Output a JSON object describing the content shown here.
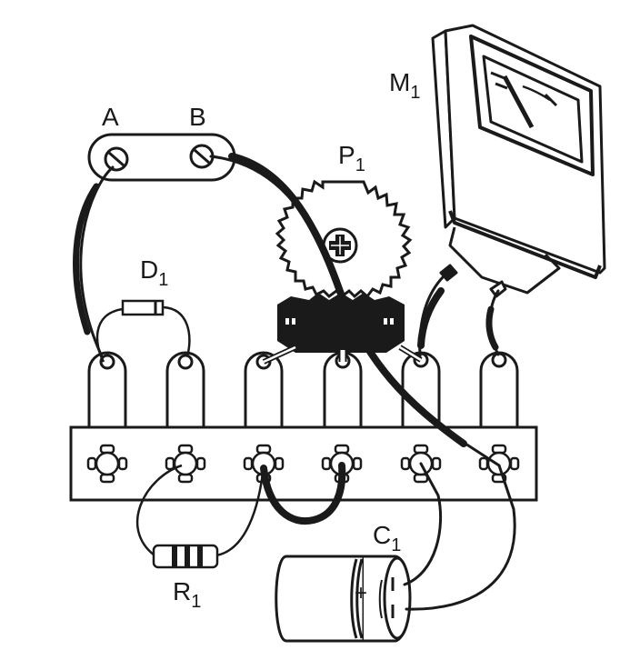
{
  "diagram": {
    "type": "wiring-assembly",
    "colors": {
      "ink": "#1a1a1a",
      "paper": "#ffffff"
    },
    "labels": {
      "terminal_a": "A",
      "terminal_b": "B",
      "potentiometer": "P",
      "potentiometer_sub": "1",
      "meter": "M",
      "meter_sub": "1",
      "diode": "D",
      "diode_sub": "1",
      "resistor": "R",
      "resistor_sub": "1",
      "capacitor": "C",
      "capacitor_sub": "1",
      "capacitor_polarity": "+"
    },
    "components": [
      {
        "id": "terminal-block-ab",
        "kind": "screw terminal strip",
        "terminals": [
          "A",
          "B"
        ]
      },
      {
        "id": "P1",
        "kind": "potentiometer (trimmer)"
      },
      {
        "id": "M1",
        "kind": "analog panel meter"
      },
      {
        "id": "D1",
        "kind": "diode"
      },
      {
        "id": "R1",
        "kind": "resistor"
      },
      {
        "id": "C1",
        "kind": "electrolytic capacitor"
      },
      {
        "id": "terminal-strip",
        "kind": "solder lug strip",
        "lugs": 6
      }
    ]
  }
}
